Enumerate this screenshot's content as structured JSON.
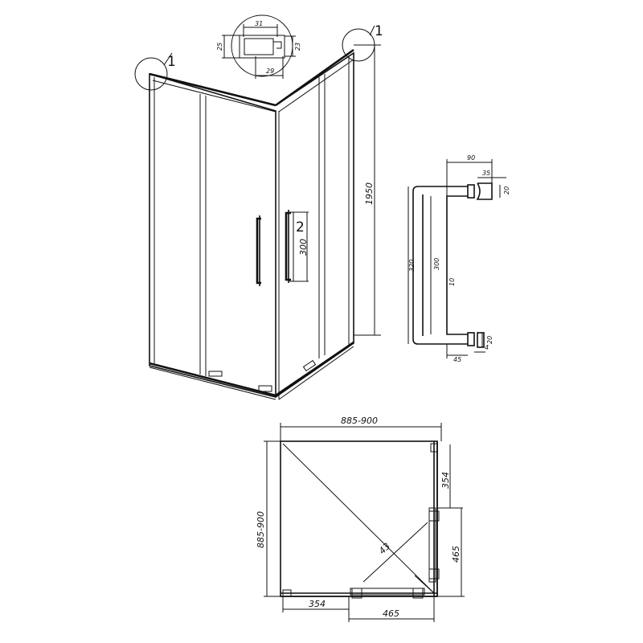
{
  "callouts": {
    "corner_left": "1",
    "corner_right": "1",
    "handle": "2"
  },
  "detail_profile": {
    "width_top": "31",
    "height_left": "25",
    "height_right": "23",
    "width_bottom": "29"
  },
  "elevation": {
    "height": "1950",
    "handle_length": "300"
  },
  "handle_detail": {
    "depth": "90",
    "mount_depth": "35",
    "mount_height_top": "20",
    "overall_length": "320",
    "grip_length": "300",
    "bar_diameter": "10",
    "mount_height_bottom": "20",
    "mount_offset": "45",
    "gap": "4"
  },
  "plan": {
    "width": "885-900",
    "depth": "885-900",
    "side_fixed": "354",
    "side_door": "465",
    "front_fixed": "354",
    "front_door": "465",
    "diagonal": "43"
  }
}
